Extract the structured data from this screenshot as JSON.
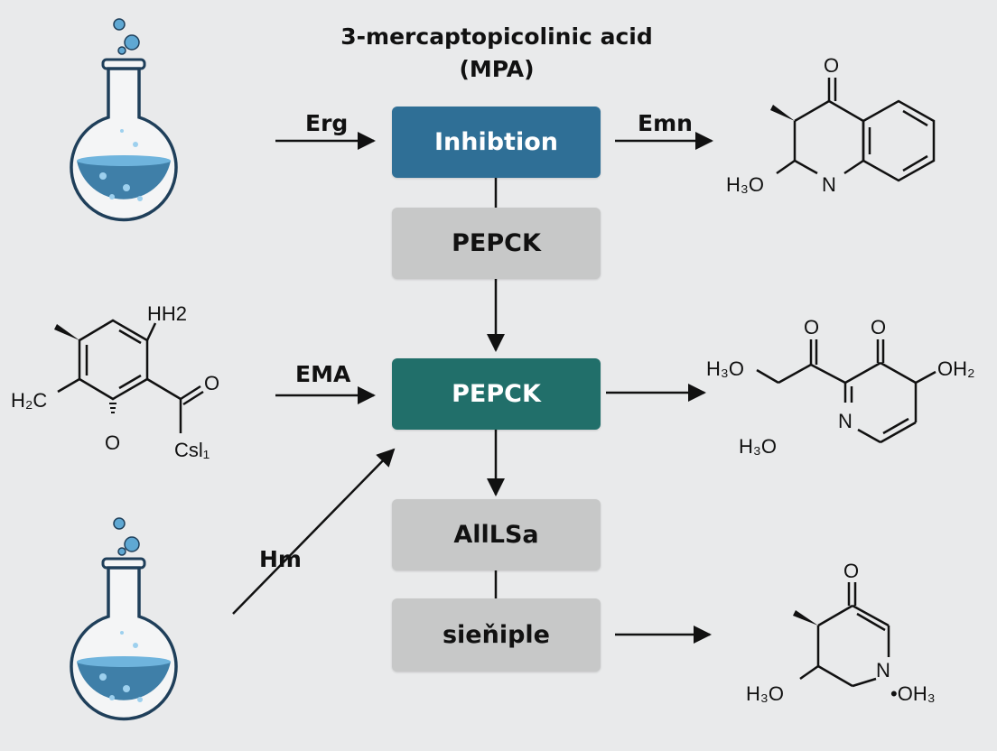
{
  "title": {
    "line1": "3-mercaptopicolinic acid",
    "line2": "(MPA)"
  },
  "colors": {
    "background": "#e9eaeb",
    "box_blue": "#2f6f96",
    "box_teal": "#216f6a",
    "box_gray": "#c7c8c8",
    "flask_liquid": "#3f7fa8",
    "flask_outline": "#1f3f5a"
  },
  "boxes": {
    "inhibition": "Inhibtion",
    "pepck_gray": "PEPCK",
    "pepck_teal": "PEPCK",
    "allsa": "AllLSa",
    "sieniple": "sieňiple"
  },
  "arrow_labels": {
    "erg": "Erg",
    "emn": "Emn",
    "ema": "EMA",
    "hm": "Hm"
  },
  "molecules": {
    "left_middle": {
      "h2_top": "HH2",
      "h2c": "H₂C",
      "o_right": "O",
      "o_bottom": "O",
      "csl": "Csl₁"
    },
    "right_top": {
      "o": "O",
      "h3o": "H₃O",
      "n": "N"
    },
    "right_middle": {
      "o_left": "O",
      "o_right": "O",
      "h3o_left": "H₃O",
      "oh2": "OH₂",
      "n": "N",
      "h3o_below": "H₃O"
    },
    "right_bottom": {
      "o": "O",
      "h3o": "H₃O",
      "n": "N",
      "oh3": "•OH₃"
    }
  },
  "icons": {
    "flask_top": "flask-icon",
    "flask_bottom": "flask-icon"
  }
}
